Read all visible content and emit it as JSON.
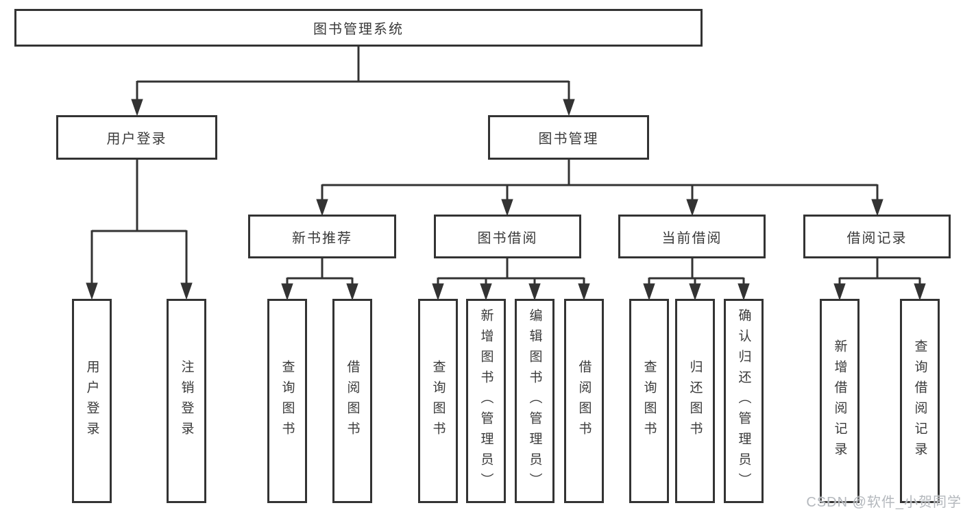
{
  "colors": {
    "line": "#333333",
    "text": "#3a3a3a",
    "watermark": "#b4b8bd",
    "background": "#ffffff"
  },
  "diagram": {
    "root": {
      "label": "图书管理系统"
    },
    "level2": {
      "user_login": {
        "label": "用户登录"
      },
      "book_management": {
        "label": "图书管理"
      }
    },
    "level3": {
      "new_book_recommend": {
        "label": "新书推荐"
      },
      "book_borrowing": {
        "label": "图书借阅"
      },
      "current_borrowing": {
        "label": "当前借阅"
      },
      "borrowing_records": {
        "label": "借阅记录"
      }
    },
    "leaves": {
      "user_login": "用户登录",
      "logout": "注销登录",
      "nb_query_books": "查询图书",
      "nb_borrow_books": "借阅图书",
      "bb_query_books": "查询图书",
      "bb_add_books": "新增图书（管理员）",
      "bb_edit_books": "编辑图书（管理员）",
      "bb_borrow_books": "借阅图书",
      "cb_query_books": "查询图书",
      "cb_return_books": "归还图书",
      "cb_confirm_return": "确认归还（管理员）",
      "br_add_record": "新增借阅记录",
      "br_query_record": "查询借阅记录"
    }
  },
  "watermark": {
    "text": "CSDN @软件_小贺同学"
  }
}
